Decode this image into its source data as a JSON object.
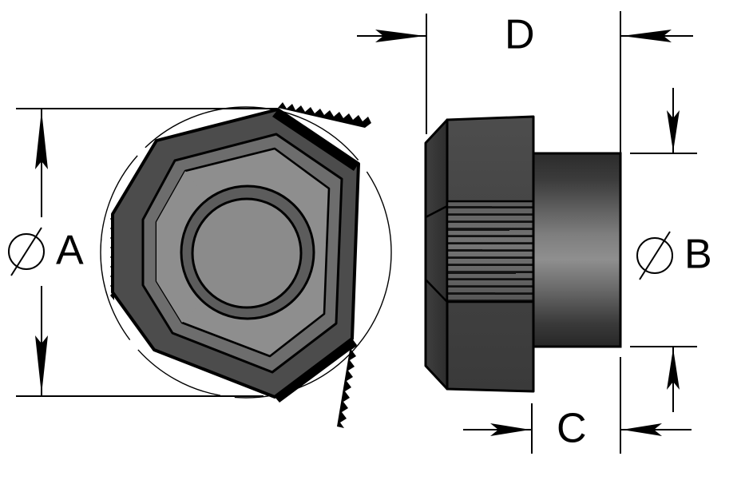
{
  "drawing": {
    "title": "Knurled flange nut engineering drawing",
    "background_color": "#ffffff",
    "line_color": "#000000",
    "views": [
      {
        "name": "front-view",
        "description": "Tri-lobed knurled knob front view with central circular boss and phantom outer circle"
      },
      {
        "name": "side-view",
        "description": "Side elevation showing hex flange head with knurled band and cylindrical boss"
      }
    ]
  },
  "dimensions": {
    "a": {
      "label": "A",
      "symbol": "⌀",
      "symbol_name": "diameter-symbol",
      "orientation": "vertical",
      "view": "front-view",
      "meaning": "overall outside diameter"
    },
    "b": {
      "label": "B",
      "symbol": "⌀",
      "symbol_name": "diameter-symbol",
      "orientation": "vertical",
      "view": "side-view",
      "meaning": "boss diameter"
    },
    "c": {
      "label": "C",
      "symbol": "",
      "orientation": "horizontal",
      "view": "side-view",
      "meaning": "boss length"
    },
    "d": {
      "label": "D",
      "symbol": "",
      "orientation": "horizontal",
      "view": "side-view",
      "meaning": "overall length"
    }
  },
  "colors": {
    "line": "#000000",
    "background": "#ffffff",
    "body_dark": "#3a3a3a",
    "body_mid": "#4a4a4a",
    "body_light": "#8c8c8c",
    "body_lighter": "#9a9a9a",
    "face_gray": "#8e8e8e",
    "rim_gray": "#5a5a5a",
    "boss_shade_dark": "#2e2e2e",
    "boss_shade_light": "#8f8f8f"
  }
}
